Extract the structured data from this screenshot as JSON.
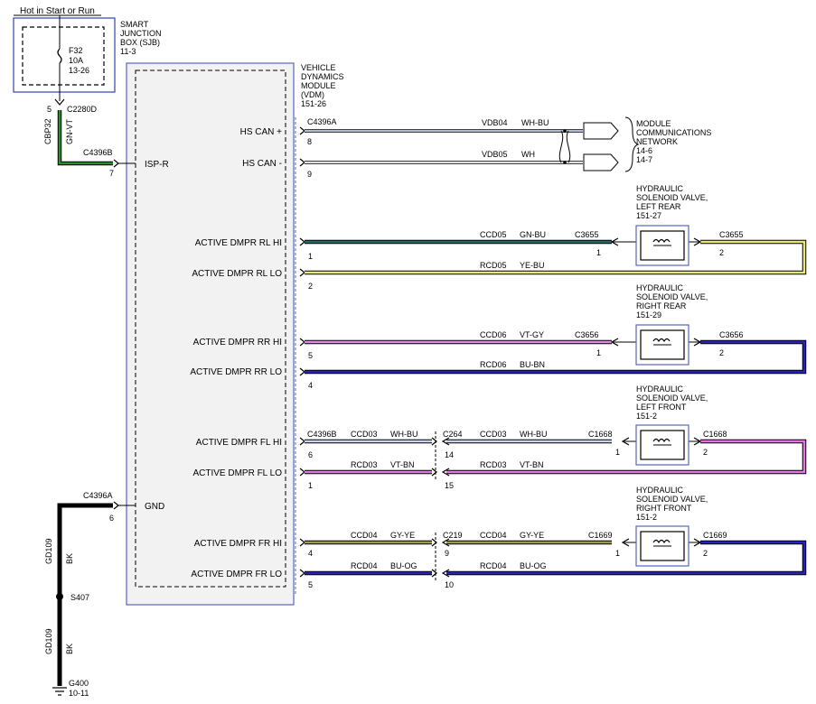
{
  "sjb": {
    "supply_label": "Hot in Start or Run",
    "title_lines": [
      "SMART",
      "JUNCTION",
      "BOX (SJB)",
      "11-3"
    ],
    "fuse_lines": [
      "F32",
      "10A",
      "13-26"
    ],
    "pin": "5",
    "connector": "C2280D",
    "circuit": "CBP32",
    "wire_color": "GN-VT"
  },
  "vdm": {
    "title_lines": [
      "VEHICLE",
      "DYNAMICS",
      "MODULE",
      "(VDM)",
      "151-26"
    ],
    "isp_connector": "C4396B",
    "isp_pin": "7",
    "isp_label": "ISP-R",
    "gnd_connector": "C4396A",
    "gnd_pin": "6",
    "gnd_label": "GND"
  },
  "can": {
    "connector": "C4396A",
    "hi_label": "HS CAN +",
    "hi_pin": "8",
    "hi_circuit": "VDB04",
    "hi_color": "WH-BU",
    "lo_label": "HS CAN -",
    "lo_pin": "9",
    "lo_circuit": "VDB05",
    "lo_color": "WH",
    "network_lines": [
      "MODULE",
      "COMMUNICATIONS",
      "NETWORK",
      "14-6",
      "14-7"
    ]
  },
  "rear_left": {
    "hi_label": "ACTIVE DMPR RL HI",
    "hi_pin": "1",
    "hi_circuit": "CCD05",
    "hi_color": "GN-BU",
    "lo_label": "ACTIVE DMPR RL LO",
    "lo_pin": "2",
    "lo_circuit": "RCD05",
    "lo_color": "YE-BU",
    "valve_lines": [
      "HYDRAULIC",
      "SOLENOID VALVE,",
      "LEFT REAR",
      "151-27"
    ],
    "valve_connector": "C3655",
    "valve_pin_in": "1",
    "valve_pin_out": "2",
    "hi_stroke": "#1f6b66",
    "lo_stroke": "#e8e87a"
  },
  "rear_right": {
    "hi_label": "ACTIVE DMPR RR HI",
    "hi_pin": "5",
    "hi_circuit": "CCD06",
    "hi_color": "VT-GY",
    "lo_label": "ACTIVE DMPR RR LO",
    "lo_pin": "4",
    "lo_circuit": "RCD06",
    "lo_color": "BU-BN",
    "valve_lines": [
      "HYDRAULIC",
      "SOLENOID VALVE,",
      "RIGHT REAR",
      "151-29"
    ],
    "valve_connector": "C3656",
    "valve_pin_in": "1",
    "valve_pin_out": "2",
    "hi_stroke": "#e08ae0",
    "lo_stroke": "#2a23b8"
  },
  "front_left": {
    "hi_label": "ACTIVE DMPR FL HI",
    "vdm_connector": "C4396B",
    "hi_pin": "6",
    "hi_circuit": "CCD03",
    "hi_color": "WH-BU",
    "lo_label": "ACTIVE DMPR FL LO",
    "lo_pin": "1",
    "lo_circuit": "RCD03",
    "lo_color": "VT-BN",
    "inline_connector": "C264",
    "inline_hi_pin": "14",
    "inline_lo_pin": "15",
    "valve_lines": [
      "HYDRAULIC",
      "SOLENOID VALVE,",
      "LEFT FRONT",
      "151-2"
    ],
    "valve_connector": "C1668",
    "valve_pin_in": "1",
    "valve_pin_out": "2",
    "hi_stroke": "#c9d6ea",
    "lo_stroke": "#e07ae0"
  },
  "front_right": {
    "hi_label": "ACTIVE DMPR FR HI",
    "hi_pin": "4",
    "hi_circuit": "CCD04",
    "hi_color": "GY-YE",
    "lo_label": "ACTIVE DMPR FR LO",
    "lo_pin": "5",
    "lo_circuit": "RCD04",
    "lo_color": "BU-OG",
    "inline_connector": "C219",
    "inline_hi_pin": "9",
    "inline_lo_pin": "10",
    "valve_lines": [
      "HYDRAULIC",
      "SOLENOID VALVE,",
      "RIGHT FRONT",
      "151-2"
    ],
    "valve_connector": "C1669",
    "valve_pin_in": "1",
    "valve_pin_out": "2",
    "hi_stroke": "#9a9a5a",
    "lo_stroke": "#2a23b8"
  },
  "ground": {
    "circuit": "GD109",
    "color": "BK",
    "splice": "S407",
    "ground_point": "G400",
    "ground_ref": "10-11"
  }
}
